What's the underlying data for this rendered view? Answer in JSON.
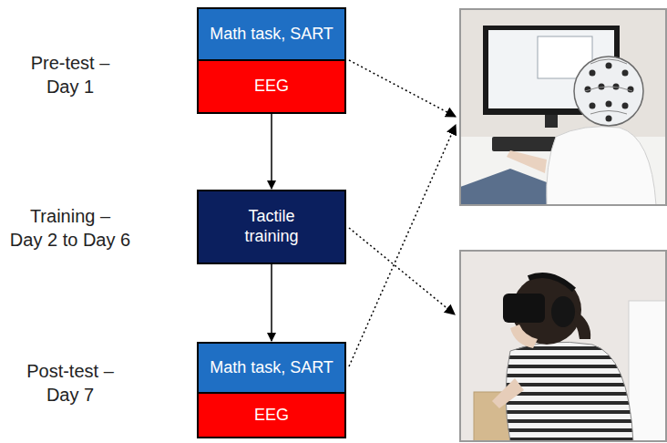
{
  "diagram": {
    "nodes": [
      {
        "text": [
          "Math task, SART"
        ]
      },
      {
        "text": [
          "EEG"
        ]
      },
      {
        "text": [
          "Tactile training"
        ]
      },
      {
        "text": [
          "Math task, SART"
        ]
      },
      {
        "text": [
          "EEG"
        ]
      }
    ],
    "edges": [
      {
        "from": 1,
        "to": 2,
        "arrow": "to"
      },
      {
        "from": 2,
        "to": 3,
        "arrow": "to"
      }
    ],
    "labels": [
      "Pre-test – Day 1",
      "Training – Day 2 to Day 6",
      "Post-test – Day 7"
    ]
  }
}
